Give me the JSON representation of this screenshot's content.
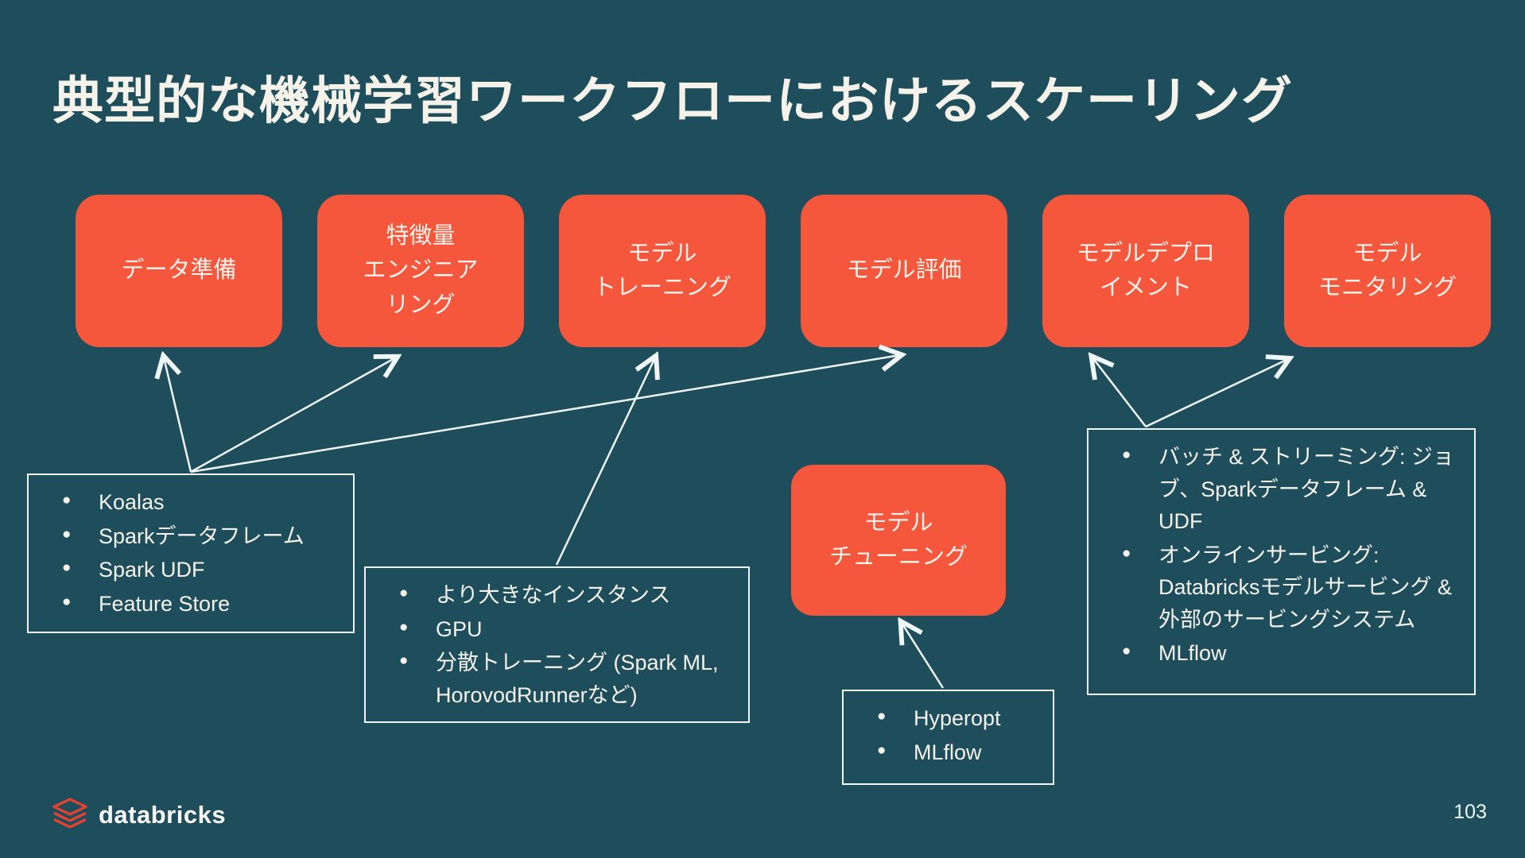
{
  "slide": {
    "title": "典型的な機械学習ワークフローにおけるスケーリング",
    "page_number": "103",
    "logo_text": "databricks"
  },
  "colors": {
    "background": "#1E4D5C",
    "stage_box": "#F4573C",
    "text": "#F5F2EA",
    "panel_border": "#EFF6F5",
    "arrow": "#EFF6F5",
    "logo_mark": "#E8412F"
  },
  "icons": {
    "logo_mark": "databricks-stacked-layers-icon"
  },
  "stages": [
    {
      "label": "データ準備"
    },
    {
      "label": "特徴量\nエンジニア\nリング"
    },
    {
      "label": "モデル\nトレーニング"
    },
    {
      "label": "モデル評価"
    },
    {
      "label": "モデルデプロ\nイメント"
    },
    {
      "label": "モデル\nモニタリング"
    }
  ],
  "tuning_stage": {
    "label": "モデル\nチューニング"
  },
  "lists": {
    "data_prep_tools": {
      "items": [
        "Koalas",
        "Sparkデータフレーム",
        "Spark UDF",
        "Feature Store"
      ]
    },
    "training_tools": {
      "items": [
        "より大きなインスタンス",
        "GPU",
        "分散トレーニング (Spark ML, HorovodRunnerなど)"
      ]
    },
    "tuning_tools": {
      "items": [
        "Hyperopt",
        "MLflow"
      ]
    },
    "deployment_tools": {
      "items": [
        "バッチ & ストリーミング: ジョブ、Sparkデータフレーム & UDF",
        "オンラインサービング: Databricksモデルサービング & 外部のサービングシステム",
        "MLflow"
      ]
    }
  },
  "connections": [
    {
      "from": "data_prep_tools",
      "to": "データ準備"
    },
    {
      "from": "data_prep_tools",
      "to": "特徴量エンジニアリング"
    },
    {
      "from": "data_prep_tools",
      "to": "モデル評価"
    },
    {
      "from": "training_tools",
      "to": "モデルトレーニング"
    },
    {
      "from": "tuning_tools",
      "to": "モデルチューニング"
    },
    {
      "from": "deployment_tools",
      "to": "モデルデプロイメント"
    },
    {
      "from": "deployment_tools",
      "to": "モデルモニタリング"
    }
  ]
}
